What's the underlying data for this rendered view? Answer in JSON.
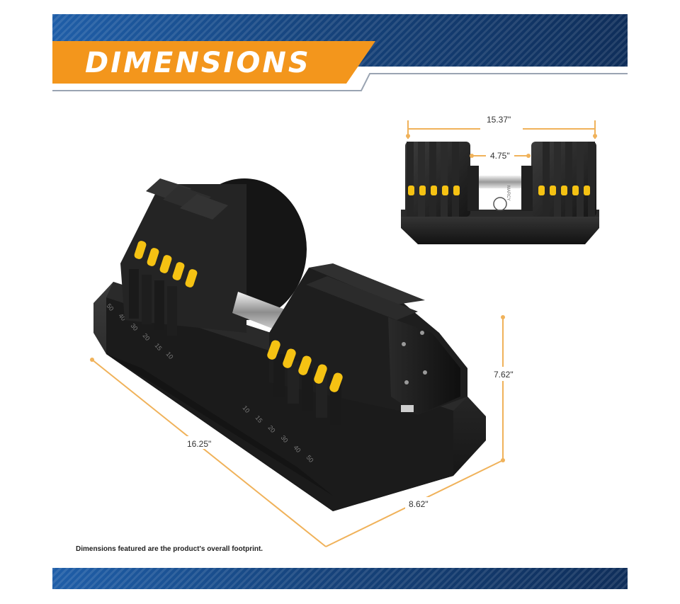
{
  "header": {
    "title": "DIMENSIONS"
  },
  "dimensions": {
    "top_width": "15.37\"",
    "top_inner_gap": "4.75\"",
    "height": "7.62\"",
    "length": "16.25\"",
    "depth": "8.62\""
  },
  "tray_scale": {
    "left_numbers": [
      "50",
      "40",
      "30",
      "20",
      "15",
      "10"
    ],
    "right_numbers": [
      "10",
      "15",
      "20",
      "30",
      "40",
      "50"
    ]
  },
  "brand_emblem": "MARCY",
  "footnote": "Dimensions featured are the product's overall footprint.",
  "colors": {
    "accent_orange": "#f3961c",
    "banner_blue": "#16447d",
    "dimension_line": "#f0b25a",
    "selector_yellow": "#f5c213",
    "product_black": "#1e1e1e"
  },
  "icons": [
    "dimension-line-icon"
  ]
}
